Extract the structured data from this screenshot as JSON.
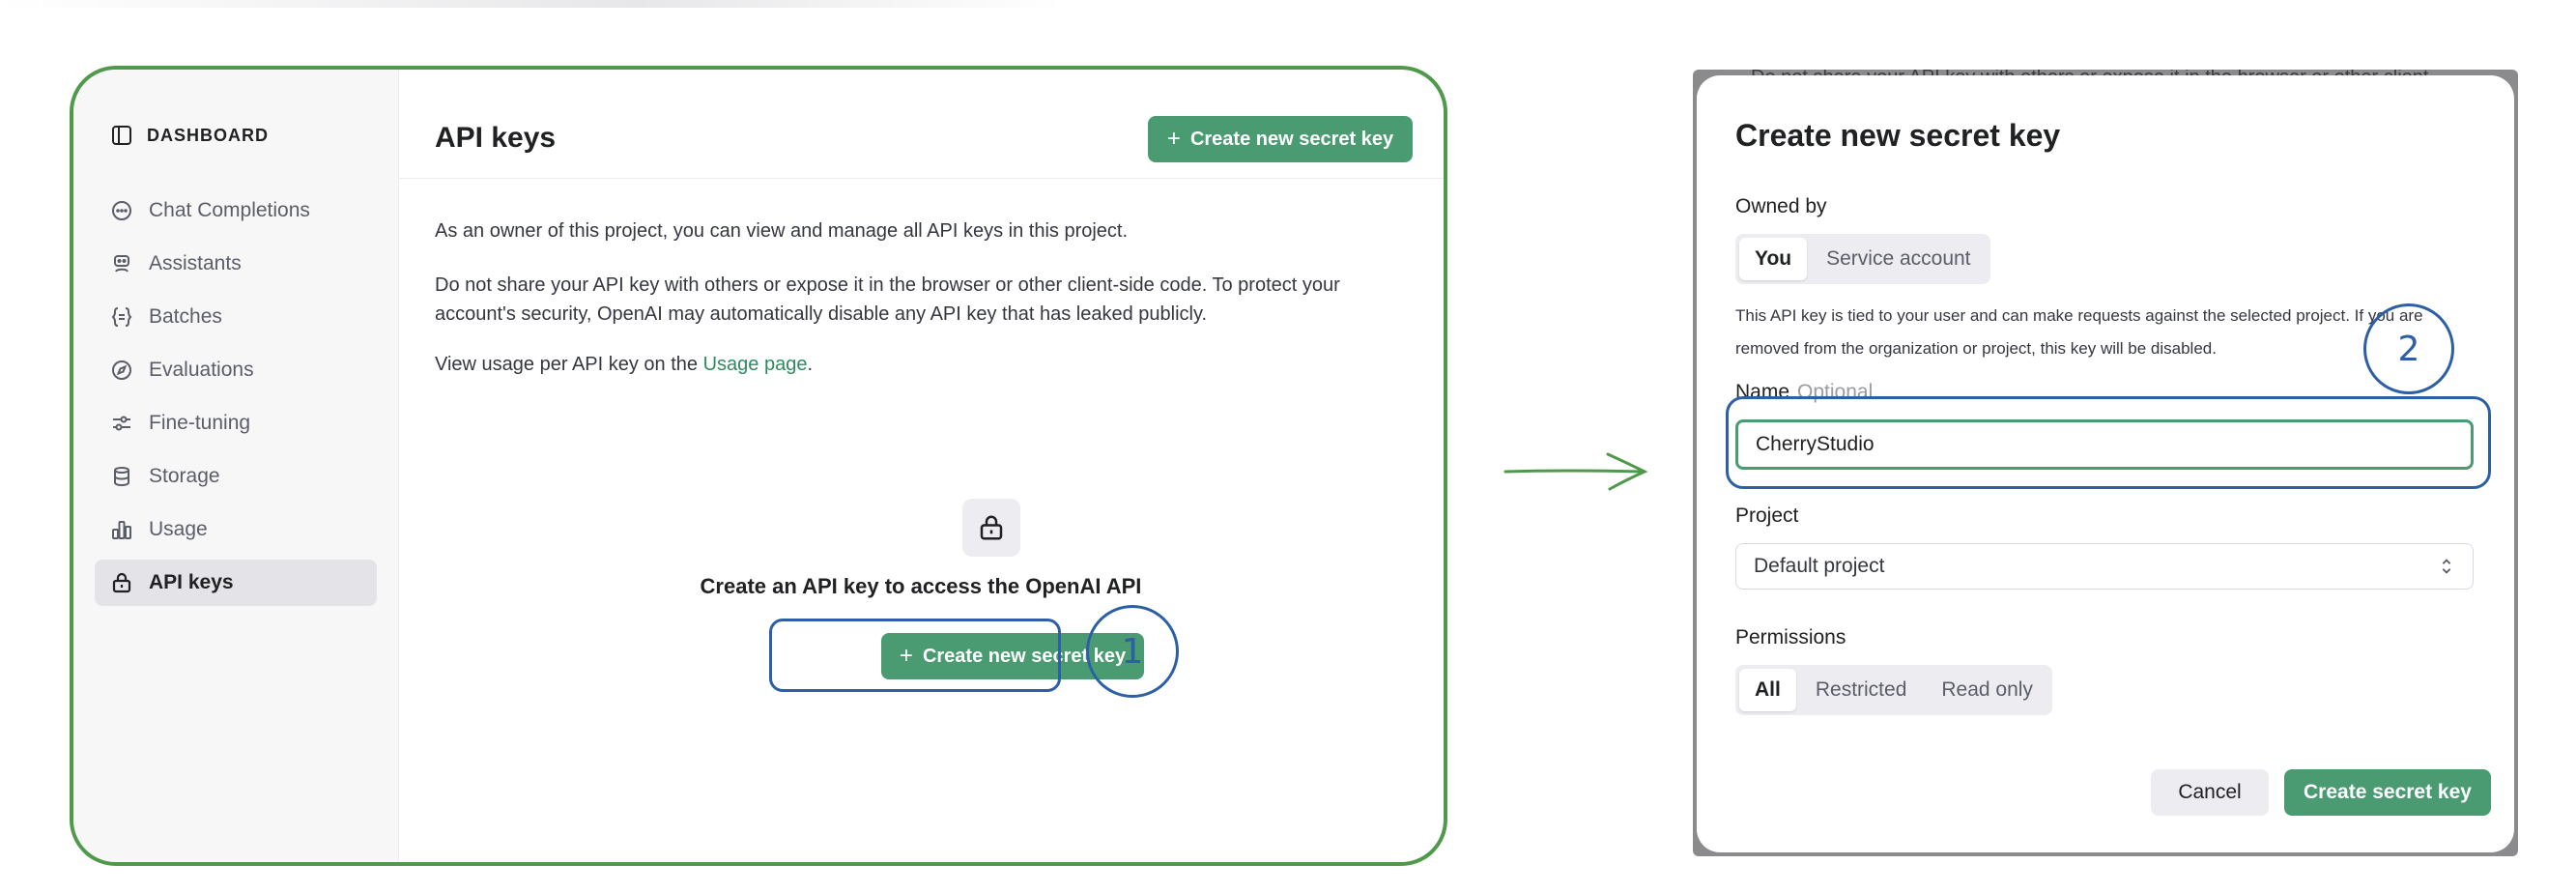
{
  "colors": {
    "accent_green": "#4a9b72",
    "link_green": "#2f8a5e",
    "annotation_blue": "#2c5fa5",
    "panel_border_green": "#4f9a4a",
    "sidebar_bg": "#f7f7f8"
  },
  "sidebar": {
    "header": "DASHBOARD",
    "header_icon": "sidebar-toggle-icon",
    "items": [
      {
        "label": "Chat Completions",
        "icon": "chat-bubble-icon"
      },
      {
        "label": "Assistants",
        "icon": "robot-icon"
      },
      {
        "label": "Batches",
        "icon": "braces-icon"
      },
      {
        "label": "Evaluations",
        "icon": "compass-icon"
      },
      {
        "label": "Fine-tuning",
        "icon": "sliders-icon"
      },
      {
        "label": "Storage",
        "icon": "database-icon"
      },
      {
        "label": "Usage",
        "icon": "bar-chart-icon"
      },
      {
        "label": "API keys",
        "icon": "lock-icon",
        "active": true
      }
    ]
  },
  "main": {
    "title": "API keys",
    "header_button": "Create new secret key",
    "para1": "As an owner of this project, you can view and manage all API keys in this project.",
    "para2": "Do not share your API key with others or expose it in the browser or other client-side code. To protect your account's security, OpenAI may automatically disable any API key that has leaked publicly.",
    "para3_prefix": "View usage per API key on the ",
    "para3_link": "Usage page",
    "para3_suffix": ".",
    "empty_title": "Create an API key to access the OpenAI API",
    "center_button": "Create new secret key"
  },
  "annotations": {
    "step1": "1",
    "step2": "2"
  },
  "background_text": "Do not share your API key with others or expose it in the browser or other client-",
  "dialog": {
    "title": "Create new secret key",
    "owned_by_label": "Owned by",
    "owned_by_options": [
      "You",
      "Service account"
    ],
    "owned_by_selected": "You",
    "note": "This API key is tied to your user and can make requests against the selected project. If you are removed from the organization or project, this key will be disabled.",
    "name_label": "Name",
    "name_optional": "Optional",
    "name_value": "CherryStudio",
    "project_label": "Project",
    "project_value": "Default project",
    "permissions_label": "Permissions",
    "permissions_options": [
      "All",
      "Restricted",
      "Read only"
    ],
    "permissions_selected": "All",
    "cancel_button": "Cancel",
    "create_button": "Create secret key"
  }
}
